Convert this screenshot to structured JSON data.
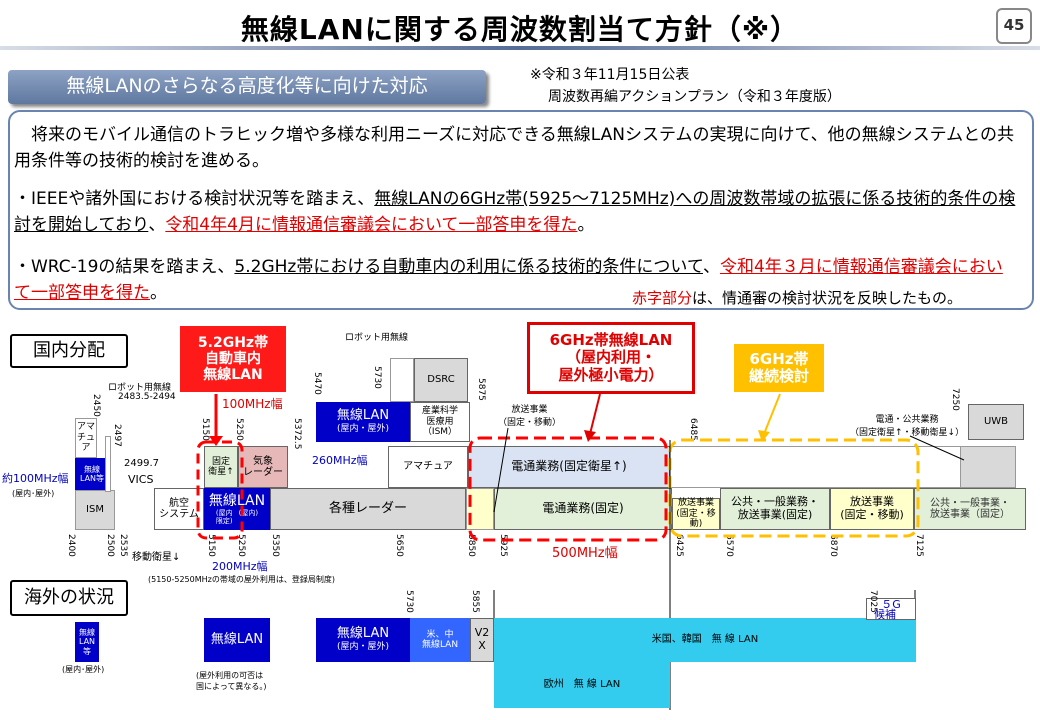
{
  "page": {
    "title": "無線LANに関する周波数割当て方針（※）",
    "page_number": "45",
    "section_tab": "無線LANのさらなる高度化等に向けた対応",
    "note_line1": "※令和３年11月15日公表",
    "note_line2": "周波数再編アクションプラン（令和３年度版）"
  },
  "summary": {
    "intro": "　将来のモバイル通信のトラヒック増や多様な利用ニーズに対応できる無線LANシステムの実現に向けて、他の無線システムとの共用条件等の技術的検討を進める。",
    "bullet1_a": "・IEEEや諸外国における検討状況等を踏まえ、",
    "bullet1_b": "無線LANの6GHz帯(5925～7125MHz)への周波数帯域の拡張に係る技術的条件の検討を開始しており",
    "bullet1_c": "、",
    "bullet1_d": "令和4年4月に情報通信審議会において一部答申を得た",
    "bullet1_e": "。",
    "bullet2_a": "・WRC-19の結果を踏まえ、",
    "bullet2_b": "5.2GHz帯における自動車内の利用に係る技術的条件について",
    "bullet2_c": "、",
    "bullet2_d": "令和4年３月に情報通信審議会において一部答申を得た",
    "bullet2_e": "。",
    "footnote_red": "赤字部分",
    "footnote_rest": "は、情通審の検討状況を反映したもの。"
  },
  "domestic": {
    "label": "国内分配",
    "callout_52": "5.2GHz帯\n自動車内\n無線LAN",
    "width_100": "100MHz幅",
    "callout_6g": "6GHz帯無線LAN\n（屋内利用・\n屋外極小電力）",
    "callout_6g_study": "6GHz帯\n継続検討",
    "robot_top": "ロボット用無線",
    "robot_left": "ロボット用無線",
    "robot_left_range": "2483.5-2494",
    "freq_2497": "2497",
    "freq_2499": "2499.7",
    "vics": "VICS",
    "approx_100": "約100MHz幅",
    "indoor_outdoor_small": "(屋内･屋外)",
    "amateur_small": "アマ\nチュア",
    "wlan_small": "無線\nLAN等",
    "ism_small": "ISM",
    "freq_2400": "2400",
    "freq_2450": "2450",
    "freq_2500": "2500",
    "freq_2535": "2535",
    "mobile_sat": "移動衛星↓",
    "aviation": "航空\nシステム",
    "wlan_5150": "無線LAN",
    "wlan_5150_sub1": "(屋内\n限定)",
    "wlan_5150_sub2": "(屋内)",
    "fixed_sat": "固定\n衛星↑",
    "weather_radar": "気象\nレーダー",
    "freq_5150": "5150",
    "freq_5250": "5250",
    "freq_5350": "5350",
    "freq_5372": "5372.5",
    "freq_5470": "5470",
    "freq_5730": "5730",
    "freq_5875": "5875",
    "freq_5650": "5650",
    "freq_5850": "5850",
    "freq_5925": "5925",
    "freq_6425": "6425",
    "freq_6485": "6485",
    "freq_6570": "6570",
    "freq_6870": "6870",
    "freq_7125": "7125",
    "freq_7250": "7250",
    "wlan_inout": "無線LAN",
    "wlan_inout_sub": "(屋内・屋外)",
    "ism_sci": "産業科学\n医療用\n（ISM）",
    "dsrc": "DSRC",
    "amateur": "アマチュア",
    "width_260": "260MHz幅",
    "various_radar": "各種レーダー",
    "broadcast_label": "放送事業\n（固定・移動）",
    "telecom_fixed_sat": "電通業務(固定衛星↑)",
    "telecom_fixed": "電通業務(固定)",
    "width_500": "500MHz幅",
    "broadcast_fixed_mobile": "放送事業\n(固定・移動)",
    "public_general": "公共・一般業務・\n放送事業(固定)",
    "broadcast_fm": "放送事業\n(固定・移動)",
    "public_general2": "公共・一般事業・\n放送事業（固定）",
    "telecom_public": "電通・公共業務\n（固定衛星↑・移動衛星↓）",
    "uwb": "UWB",
    "width_200": "200MHz幅",
    "outdoor_note": "(5150-5250MHzの帯域の屋外利用は、登録局制度)"
  },
  "overseas": {
    "label": "海外の状況",
    "wlan_small": "無線\nLAN\n等",
    "wlan_small_note": "(屋内･屋外)",
    "wlan_mid": "無線LAN",
    "wlan_mid_note": "(屋外利用の可否は\n国によって異なる。)",
    "wlan_inout": "無線LAN",
    "wlan_inout_sub": "(屋内・屋外)",
    "us_cn": "米、中\n無線LAN",
    "v2x": "V2\nX",
    "freq_5730": "5730",
    "freq_5855": "5855",
    "freq_7025": "7025",
    "g5": "５G",
    "candidate": "候補",
    "us_kr": "米国、韓国　無 線 LAN",
    "eu": "欧州　無 線 LAN"
  }
}
